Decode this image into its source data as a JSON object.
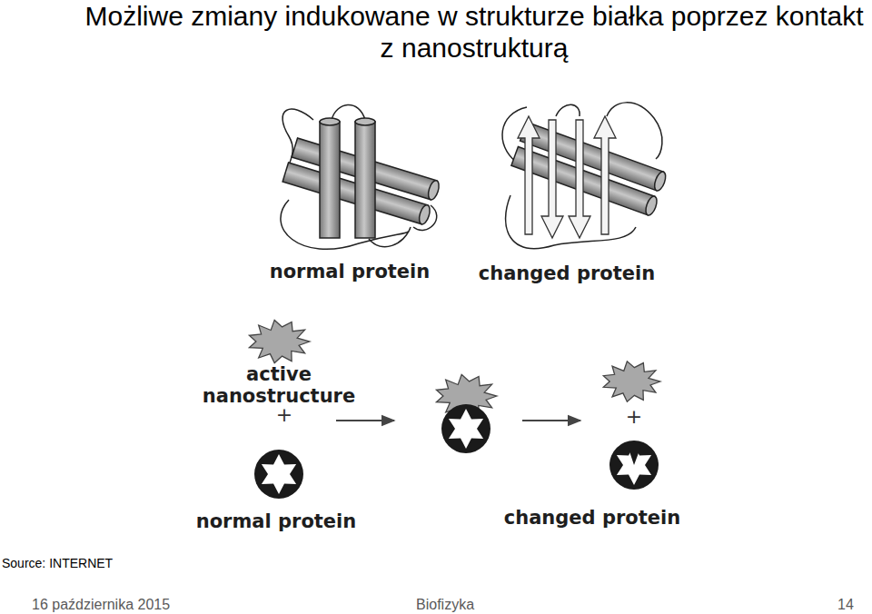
{
  "diagram": {
    "title": "Możliwe zmiany indukowane w strukturze białka poprzez kontakt z nanostrukturą",
    "labels": [
      "normal protein",
      "changed protein",
      "active nanostructure",
      "+",
      "normal protein",
      "changed protein",
      "+",
      "Source: INTERNET",
      "16 października 2015",
      "Biofizyka",
      "14"
    ]
  }
}
